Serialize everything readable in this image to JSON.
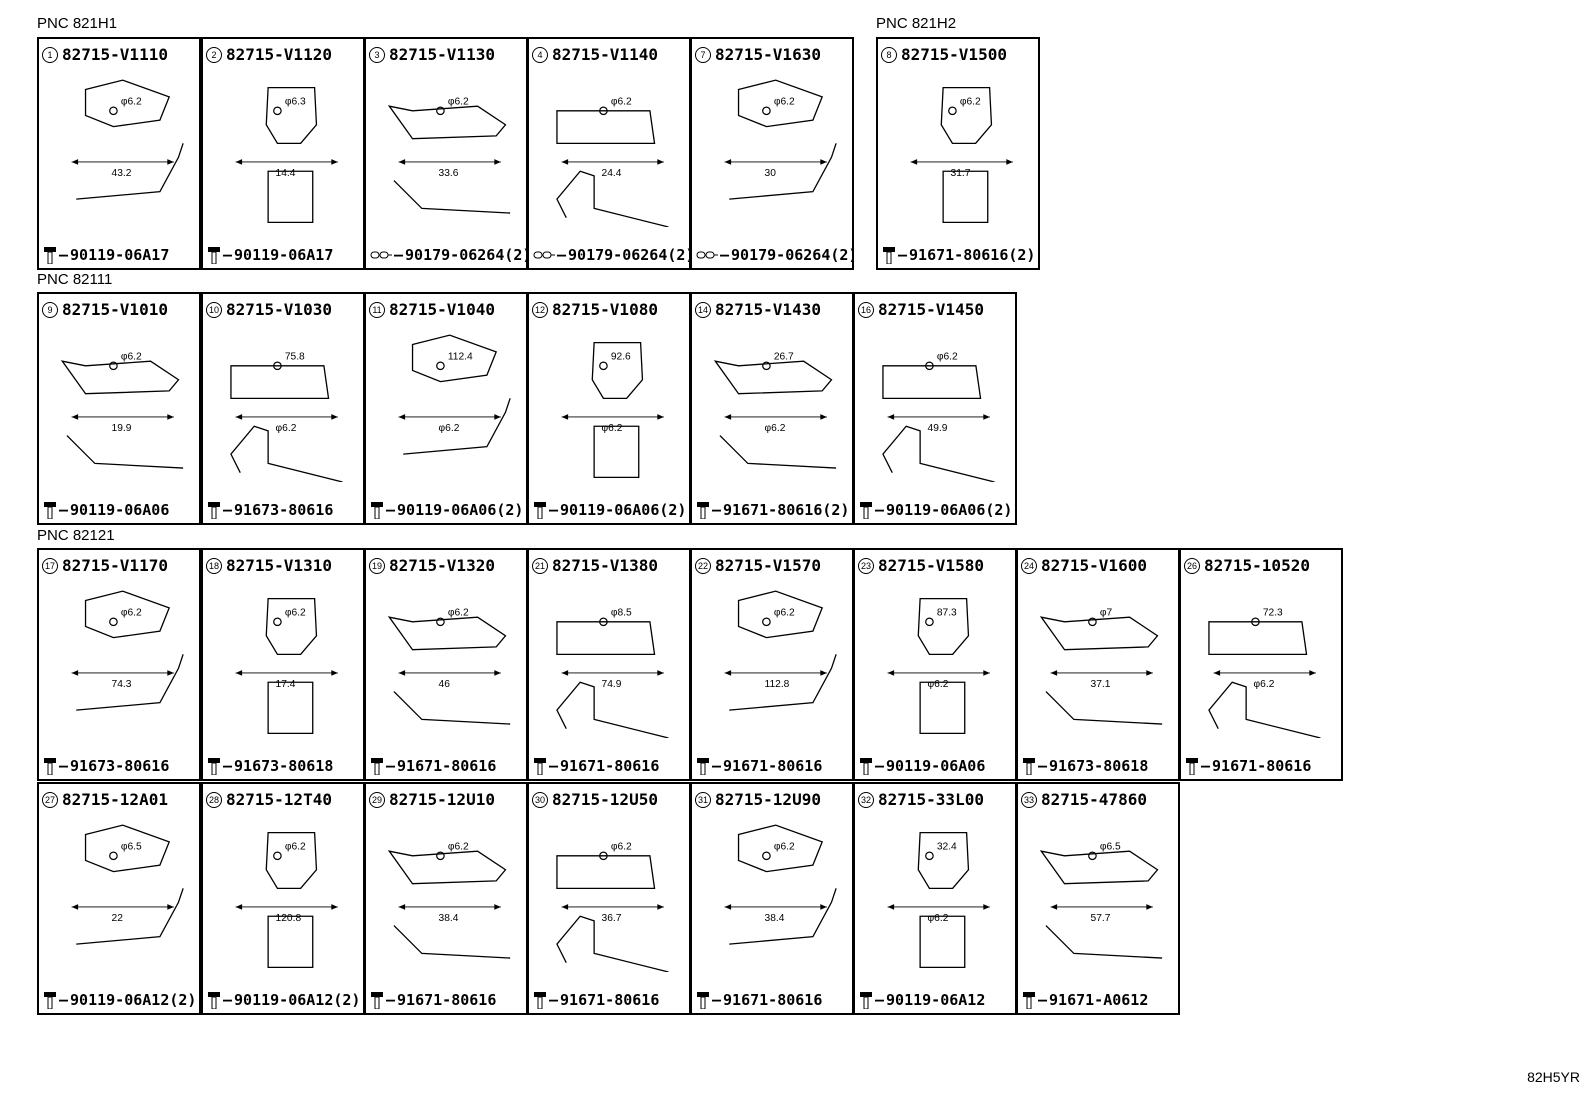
{
  "groups": [
    {
      "pnc": "PNC 821H1",
      "items": [
        {
          "no": "1",
          "part": "82715-V1110",
          "dims": [
            "φ6.2",
            "43.2"
          ],
          "fastener": "90119-06A17",
          "fastener_icon": "bolt-icon"
        },
        {
          "no": "2",
          "part": "82715-V1120",
          "dims": [
            "φ6.3",
            "14.4"
          ],
          "fastener": "90119-06A17",
          "fastener_icon": "bolt-icon"
        },
        {
          "no": "3",
          "part": "82715-V1130",
          "dims": [
            "φ6.2",
            "33.6"
          ],
          "fastener": "90179-06264(2)",
          "fastener_icon": "clip-icon"
        },
        {
          "no": "4",
          "part": "82715-V1140",
          "dims": [
            "φ6.2",
            "24.4"
          ],
          "fastener": "90179-06264(2)",
          "fastener_icon": "clip-icon"
        },
        {
          "no": "7",
          "part": "82715-V1630",
          "dims": [
            "φ6.2",
            "30"
          ],
          "fastener": "90179-06264(2)",
          "fastener_icon": "clip-icon"
        }
      ]
    },
    {
      "pnc": "PNC 821H2",
      "items": [
        {
          "no": "8",
          "part": "82715-V1500",
          "dims": [
            "φ6.2",
            "31.7"
          ],
          "fastener": "91671-80616(2)",
          "fastener_icon": "bolt-icon"
        }
      ]
    },
    {
      "pnc": "PNC 82111",
      "items": [
        {
          "no": "9",
          "part": "82715-V1010",
          "dims": [
            "φ6.2",
            "19.9"
          ],
          "fastener": "90119-06A06",
          "fastener_icon": "bolt-icon"
        },
        {
          "no": "10",
          "part": "82715-V1030",
          "dims": [
            "75.8",
            "φ6.2"
          ],
          "fastener": "91673-80616",
          "fastener_icon": "bolt-icon"
        },
        {
          "no": "11",
          "part": "82715-V1040",
          "dims": [
            "112.4",
            "φ6.2"
          ],
          "fastener": "90119-06A06(2)",
          "fastener_icon": "bolt-icon"
        },
        {
          "no": "12",
          "part": "82715-V1080",
          "dims": [
            "92.6",
            "φ6.2"
          ],
          "fastener": "90119-06A06(2)",
          "fastener_icon": "bolt-icon"
        },
        {
          "no": "14",
          "part": "82715-V1430",
          "dims": [
            "26.7",
            "φ6.2"
          ],
          "fastener": "91671-80616(2)",
          "fastener_icon": "bolt-icon"
        },
        {
          "no": "16",
          "part": "82715-V1450",
          "dims": [
            "φ6.2",
            "49.9"
          ],
          "fastener": "90119-06A06(2)",
          "fastener_icon": "bolt-icon"
        }
      ]
    },
    {
      "pnc": "PNC 82121",
      "items": [
        {
          "no": "17",
          "part": "82715-V1170",
          "dims": [
            "φ6.2",
            "74.3"
          ],
          "fastener": "91673-80616",
          "fastener_icon": "bolt-icon"
        },
        {
          "no": "18",
          "part": "82715-V1310",
          "dims": [
            "φ6.2",
            "17.4"
          ],
          "fastener": "91673-80618",
          "fastener_icon": "bolt-icon"
        },
        {
          "no": "19",
          "part": "82715-V1320",
          "dims": [
            "φ6.2",
            "46"
          ],
          "fastener": "91671-80616",
          "fastener_icon": "bolt-icon"
        },
        {
          "no": "21",
          "part": "82715-V1380",
          "dims": [
            "φ8.5",
            "74.9"
          ],
          "fastener": "91671-80616",
          "fastener_icon": "bolt-icon"
        },
        {
          "no": "22",
          "part": "82715-V1570",
          "dims": [
            "φ6.2",
            "112.8"
          ],
          "fastener": "91671-80616",
          "fastener_icon": "bolt-icon"
        },
        {
          "no": "23",
          "part": "82715-V1580",
          "dims": [
            "87.3",
            "φ6.2"
          ],
          "fastener": "90119-06A06",
          "fastener_icon": "bolt-icon"
        },
        {
          "no": "24",
          "part": "82715-V1600",
          "dims": [
            "φ7",
            "37.1"
          ],
          "fastener": "91673-80618",
          "fastener_icon": "bolt-icon"
        },
        {
          "no": "26",
          "part": "82715-10520",
          "dims": [
            "72.3",
            "φ6.2"
          ],
          "fastener": "91671-80616",
          "fastener_icon": "bolt-icon"
        },
        {
          "no": "27",
          "part": "82715-12A01",
          "dims": [
            "φ6.5",
            "22"
          ],
          "fastener": "90119-06A12(2)",
          "fastener_icon": "bolt-icon"
        },
        {
          "no": "28",
          "part": "82715-12T40",
          "dims": [
            "φ6.2",
            "120.8"
          ],
          "fastener": "90119-06A12(2)",
          "fastener_icon": "bolt-icon"
        },
        {
          "no": "29",
          "part": "82715-12U10",
          "dims": [
            "φ6.2",
            "38.4"
          ],
          "fastener": "91671-80616",
          "fastener_icon": "bolt-icon"
        },
        {
          "no": "30",
          "part": "82715-12U50",
          "dims": [
            "φ6.2",
            "36.7"
          ],
          "fastener": "91671-80616",
          "fastener_icon": "bolt-icon"
        },
        {
          "no": "31",
          "part": "82715-12U90",
          "dims": [
            "φ6.2",
            "38.4"
          ],
          "fastener": "91671-80616",
          "fastener_icon": "bolt-icon"
        },
        {
          "no": "32",
          "part": "82715-33L00",
          "dims": [
            "32.4",
            "φ6.2"
          ],
          "fastener": "90119-06A12",
          "fastener_icon": "bolt-icon"
        },
        {
          "no": "33",
          "part": "82715-47860",
          "dims": [
            "φ6.5",
            "57.7"
          ],
          "fastener": "91671-A0612",
          "fastener_icon": "bolt-icon"
        }
      ]
    }
  ],
  "figure_code": "82H5YR"
}
